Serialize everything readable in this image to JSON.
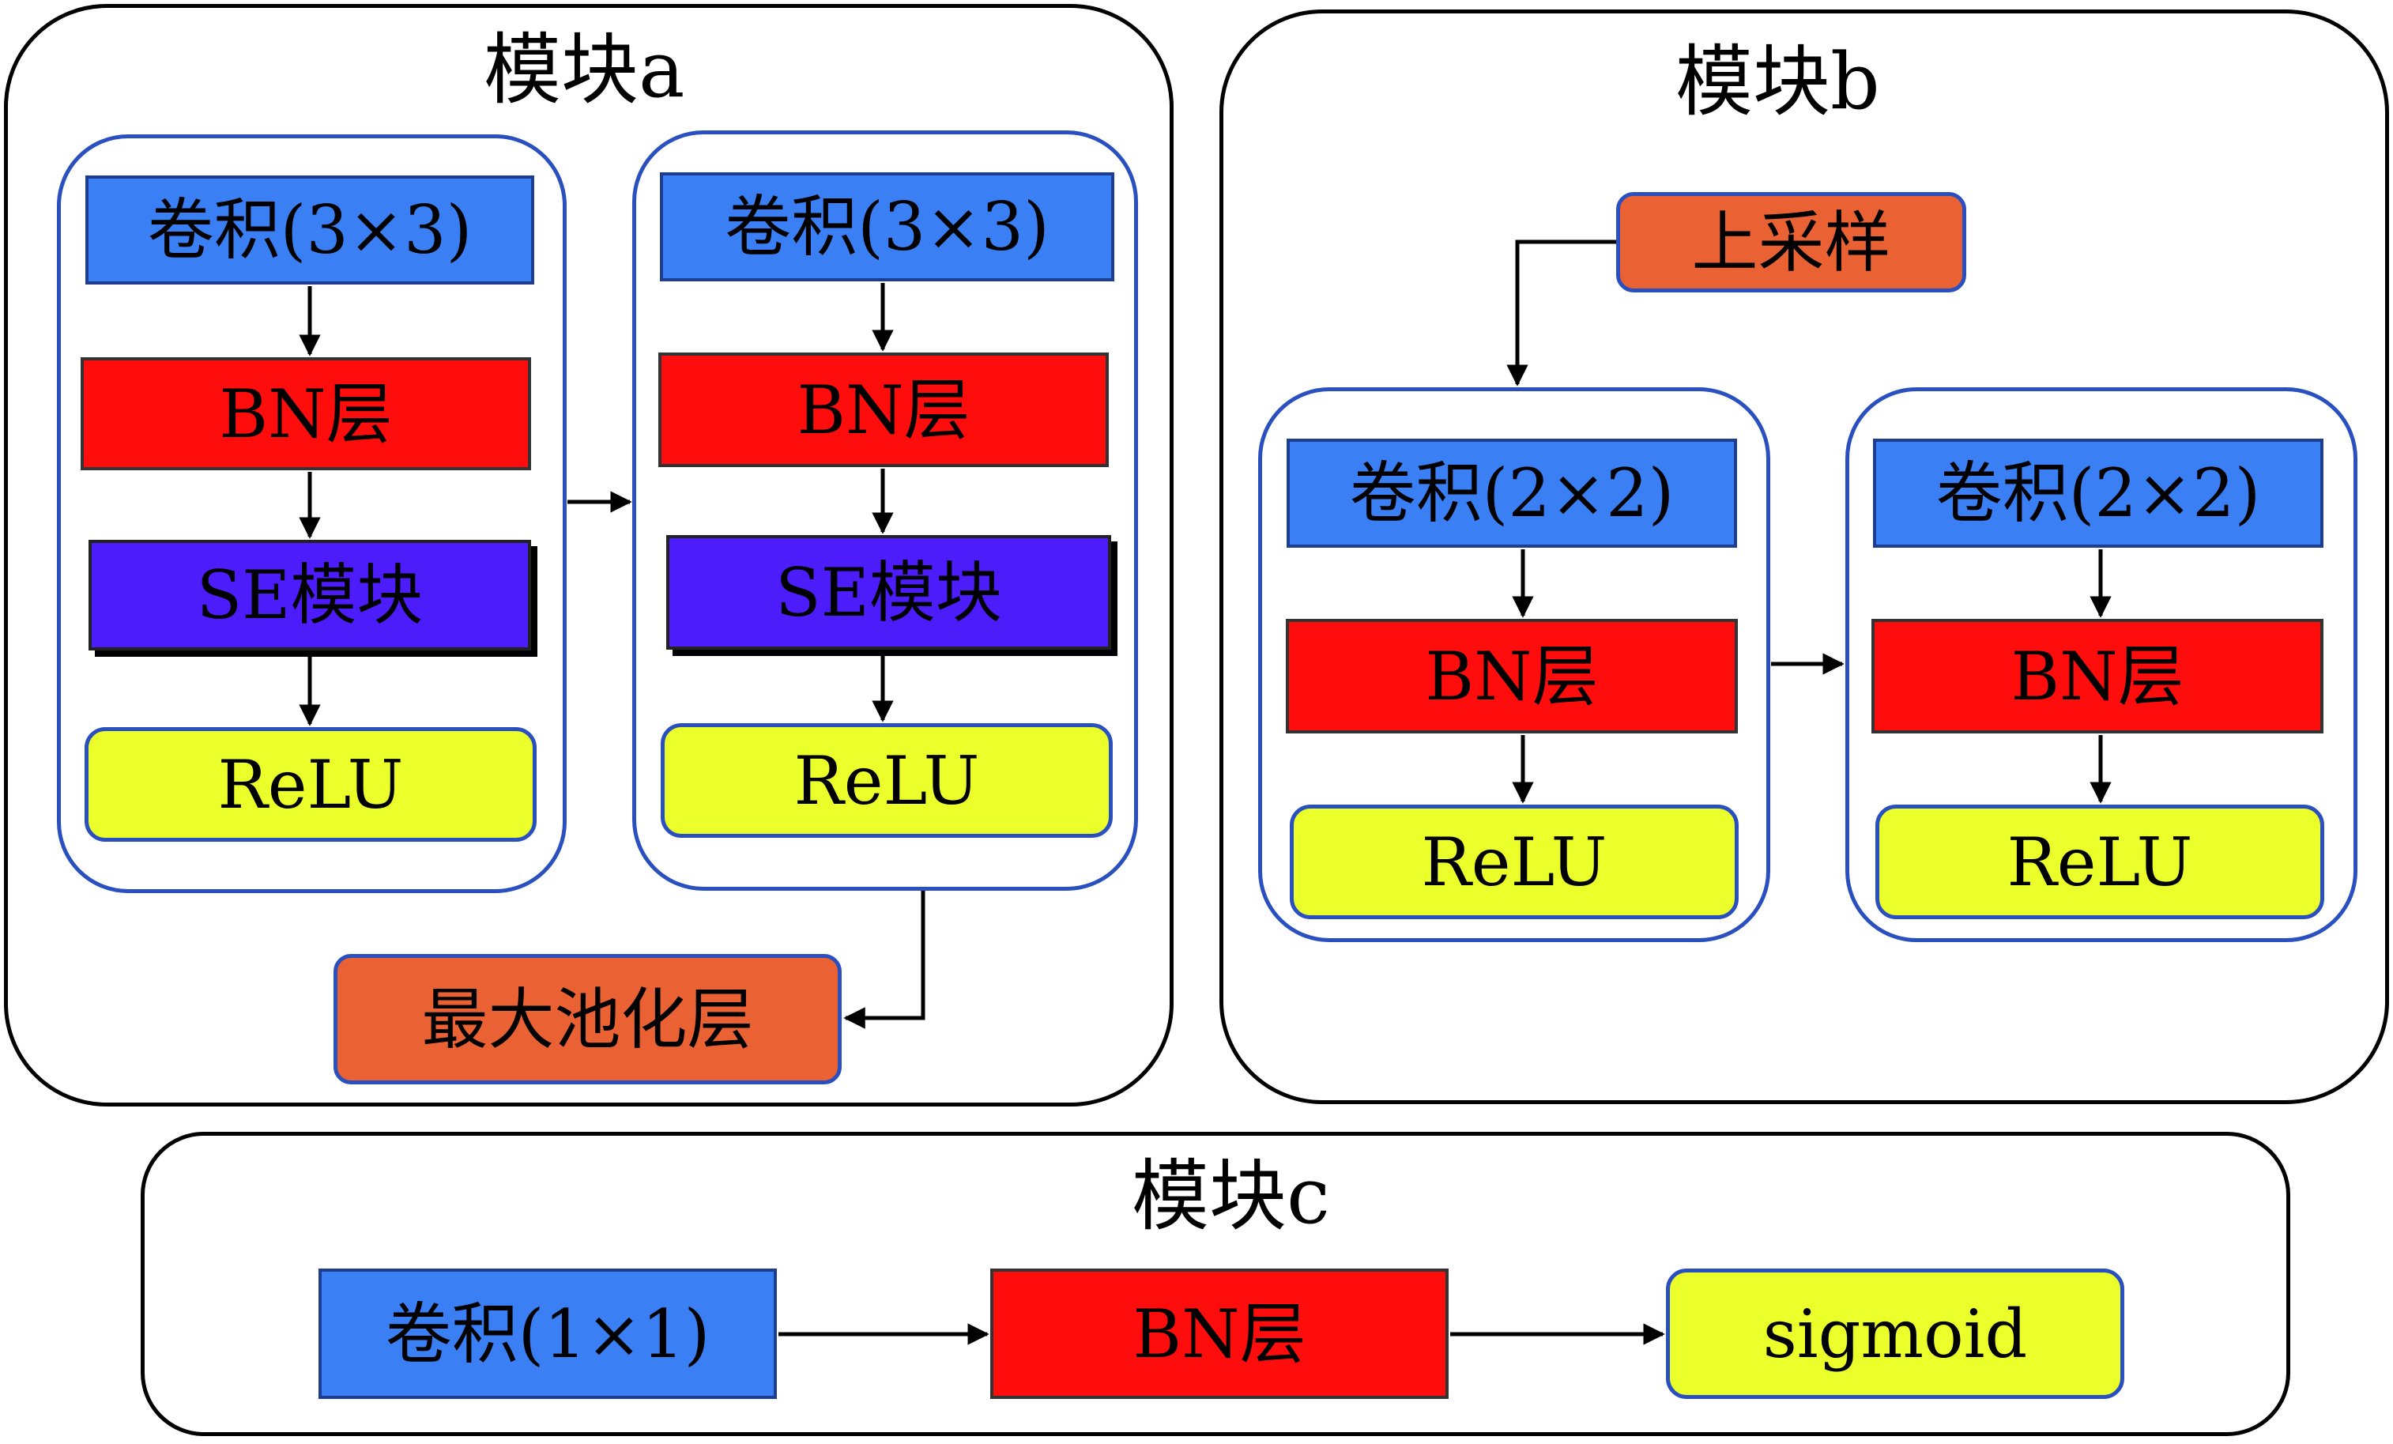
{
  "modules": {
    "a": {
      "title": "模块a",
      "left": {
        "conv": "卷积(3×3)",
        "bn": "BN层",
        "se": "SE模块",
        "relu": "ReLU"
      },
      "right": {
        "conv": "卷积(3×3)",
        "bn": "BN层",
        "se": "SE模块",
        "relu": "ReLU"
      },
      "pool": "最大池化层"
    },
    "b": {
      "title": "模块b",
      "upsample": "上采样",
      "left": {
        "conv": "卷积(2×2)",
        "bn": "BN层",
        "relu": "ReLU"
      },
      "right": {
        "conv": "卷积(2×2)",
        "bn": "BN层",
        "relu": "ReLU"
      }
    },
    "c": {
      "title": "模块c",
      "conv": "卷积(1×1)",
      "bn": "BN层",
      "sigmoid": "sigmoid"
    }
  },
  "colors": {
    "conv": "#3b7ff5",
    "bn": "#ff0d0d",
    "se": "#4c1cfa",
    "relu": "#ebff2b",
    "pool_upsample": "#ea6233",
    "group_border": "#2a4fbe"
  }
}
